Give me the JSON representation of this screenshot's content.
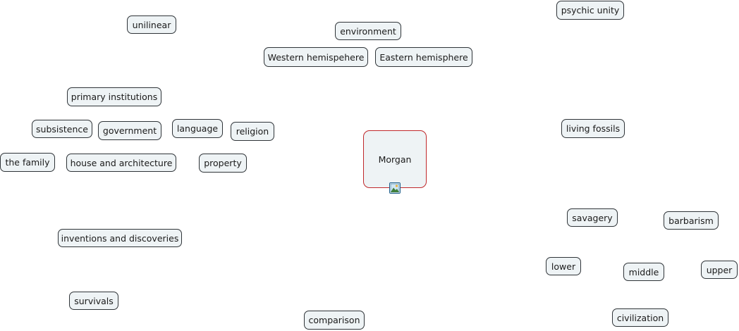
{
  "map": {
    "center": {
      "label": "Morgan",
      "icon": "image-icon"
    },
    "nodes": [
      {
        "id": "unilinear",
        "label": "unilinear"
      },
      {
        "id": "environment",
        "label": "environment"
      },
      {
        "id": "psychic-unity",
        "label": "psychic unity"
      },
      {
        "id": "western-hemisphere",
        "label": "Western hemispehere"
      },
      {
        "id": "eastern-hemisphere",
        "label": "Eastern hemisphere"
      },
      {
        "id": "primary-institutions",
        "label": "primary institutions"
      },
      {
        "id": "subsistence",
        "label": "subsistence"
      },
      {
        "id": "government",
        "label": "government"
      },
      {
        "id": "language",
        "label": "language"
      },
      {
        "id": "religion",
        "label": "religion"
      },
      {
        "id": "the-family",
        "label": "the family"
      },
      {
        "id": "house-and-architecture",
        "label": "house and architecture"
      },
      {
        "id": "property",
        "label": "property"
      },
      {
        "id": "living-fossils",
        "label": "living fossils"
      },
      {
        "id": "inventions-and-discoveries",
        "label": "inventions and discoveries"
      },
      {
        "id": "savagery",
        "label": "savagery"
      },
      {
        "id": "barbarism",
        "label": "barbarism"
      },
      {
        "id": "lower",
        "label": "lower"
      },
      {
        "id": "middle",
        "label": "middle"
      },
      {
        "id": "upper",
        "label": "upper"
      },
      {
        "id": "survivals",
        "label": "survivals"
      },
      {
        "id": "comparison",
        "label": "comparison"
      },
      {
        "id": "civilization",
        "label": "civilization"
      }
    ]
  }
}
